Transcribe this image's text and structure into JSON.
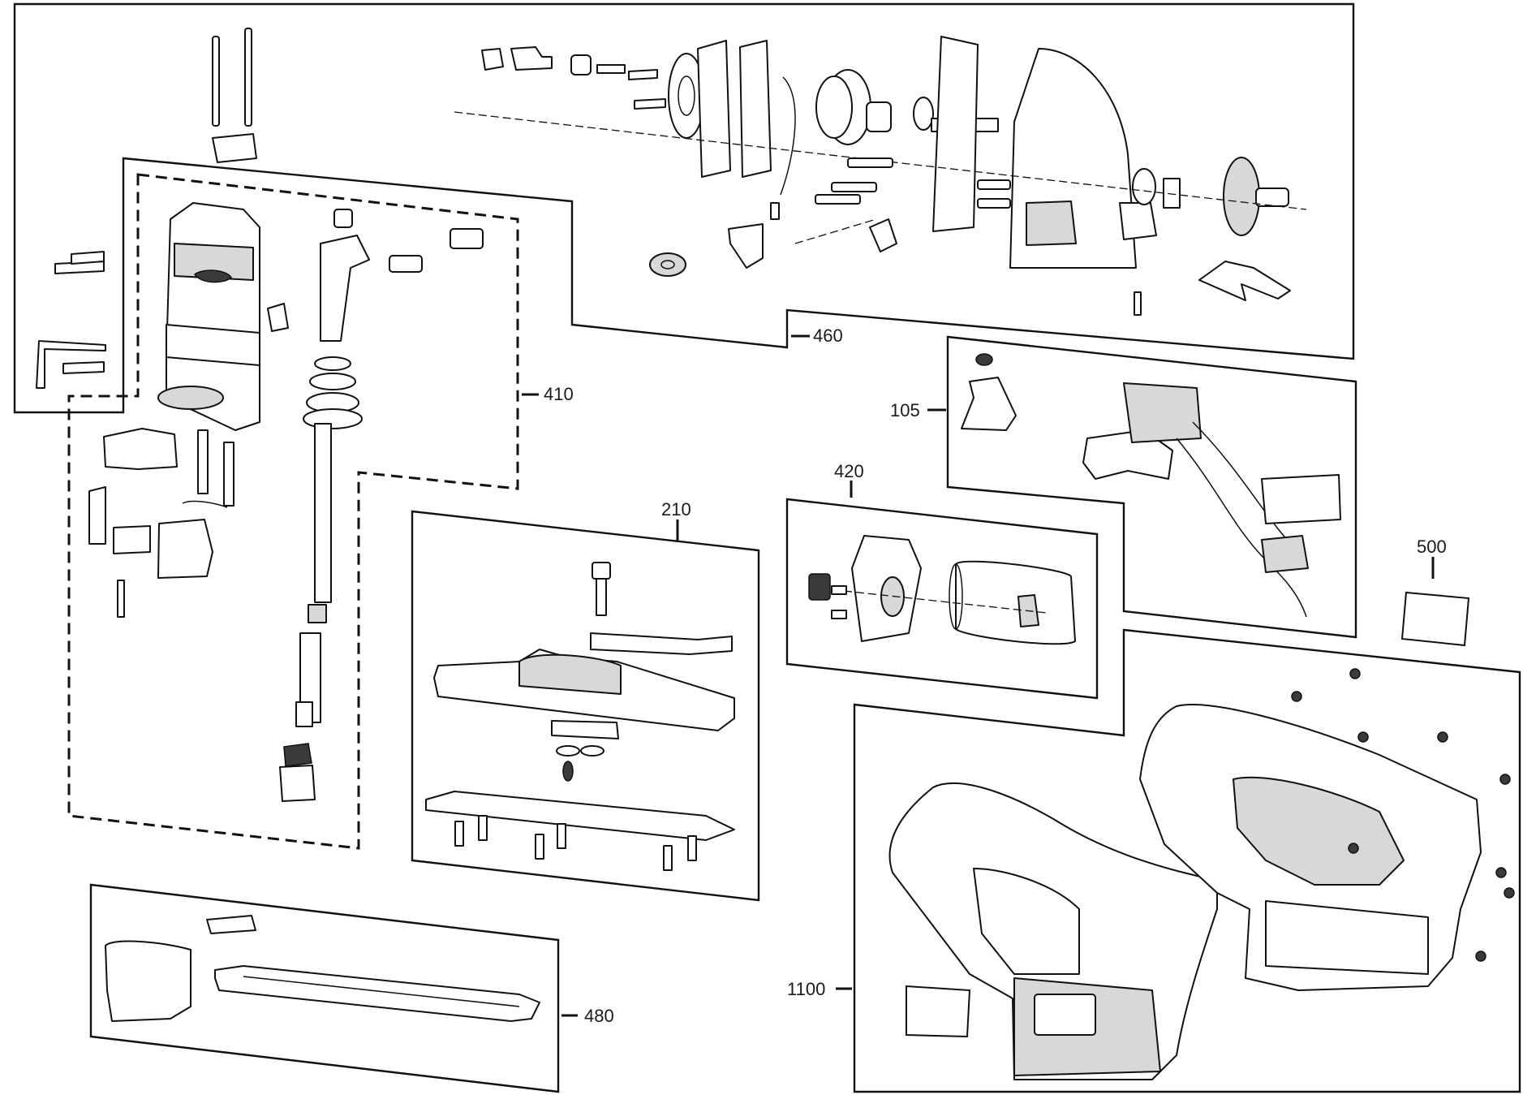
{
  "diagram": {
    "callouts": {
      "c460": "460",
      "c410": "410",
      "c105": "105",
      "c420": "420",
      "c210": "210",
      "c500": "500",
      "c480": "480",
      "c1100": "1100"
    },
    "icons": [
      "jigsaw-exploded-view",
      "switch-assembly",
      "motor",
      "base-plate",
      "battery-clip",
      "housing-halves",
      "label-sticker"
    ]
  }
}
